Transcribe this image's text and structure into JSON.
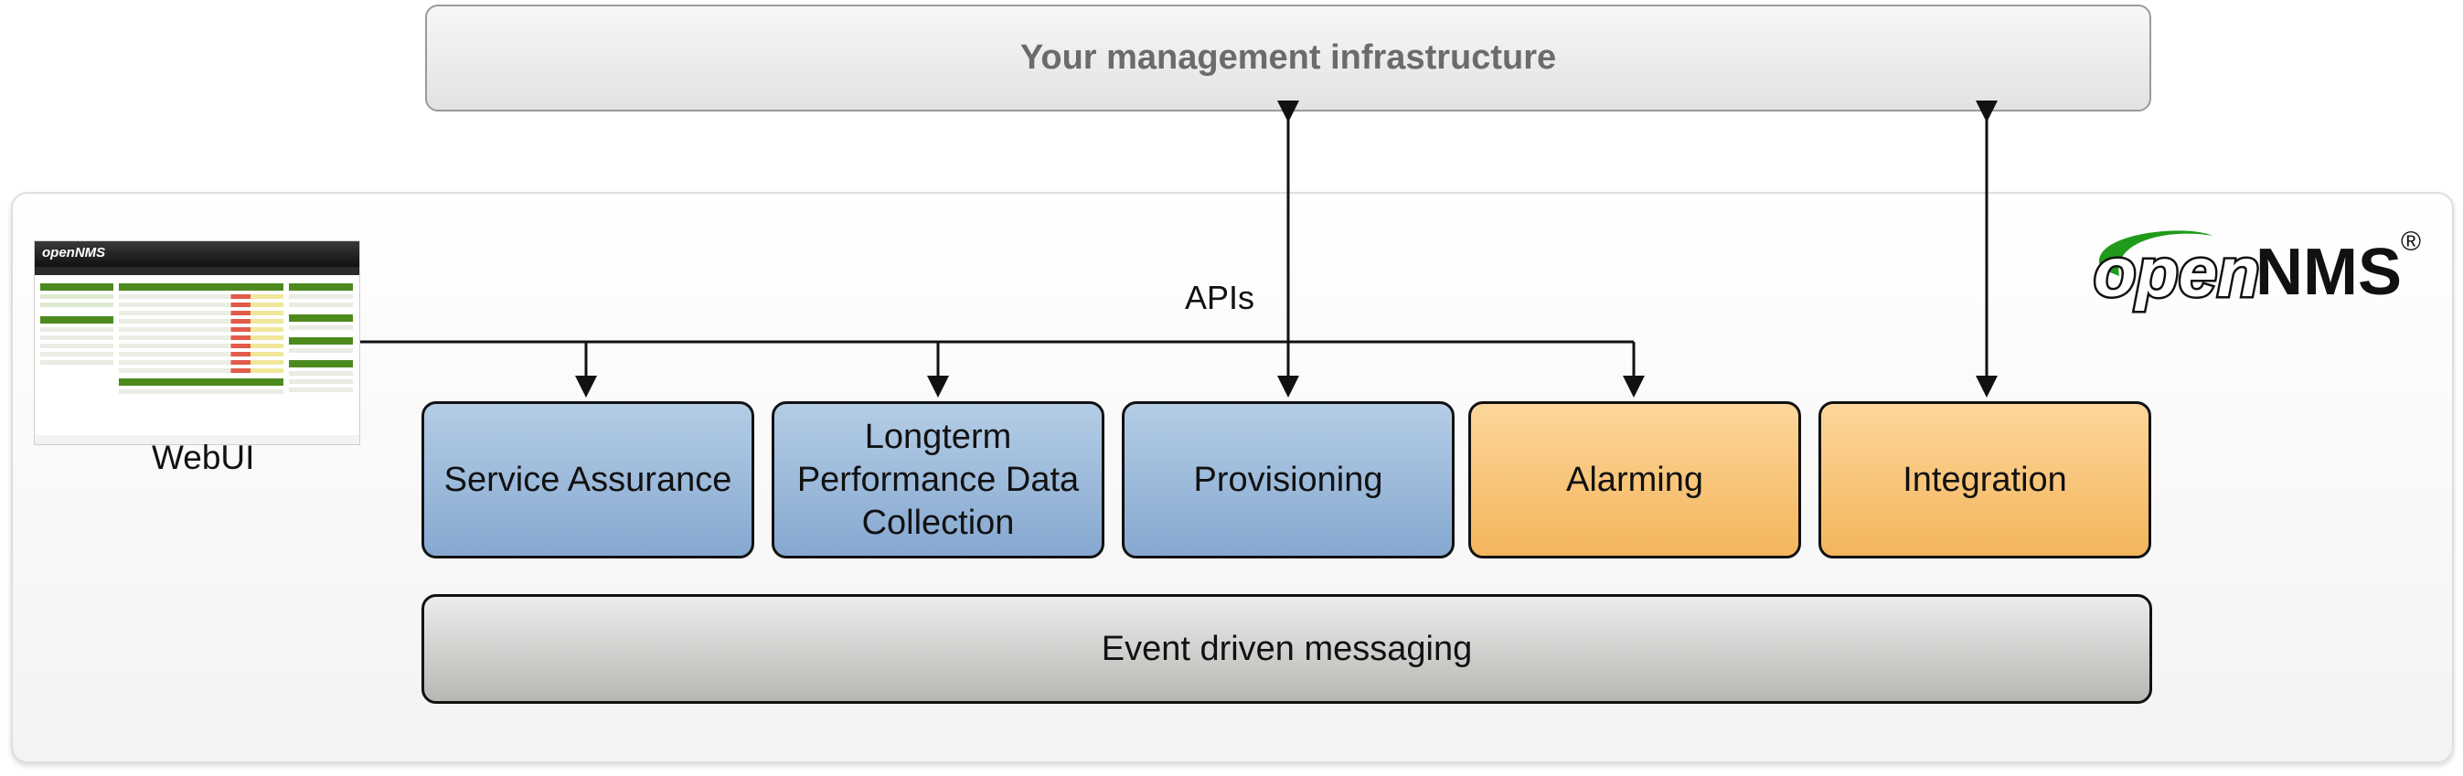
{
  "infrastructure": {
    "label": "Your management infrastructure"
  },
  "apis_label": "APIs",
  "webui": {
    "label": "WebUI",
    "thumbnail_brand": "openNMS"
  },
  "modules": [
    {
      "label": "Service Assurance",
      "color": "#a9c4e2"
    },
    {
      "label": "Longterm Performance Data Collection",
      "color": "#a9c4e2"
    },
    {
      "label": "Provisioning",
      "color": "#a9c4e2"
    },
    {
      "label": "Alarming",
      "color": "#f9c67a"
    },
    {
      "label": "Integration",
      "color": "#f9c67a"
    }
  ],
  "event_bus": {
    "label": "Event driven messaging"
  },
  "logo": {
    "text_italic": "open",
    "text_bold": "NMS",
    "registered": "®"
  },
  "colors": {
    "module_blue": "#a9c4e2",
    "module_orange": "#f9c67a",
    "logo_green": "#1f9a1a",
    "connector": "#111111"
  }
}
